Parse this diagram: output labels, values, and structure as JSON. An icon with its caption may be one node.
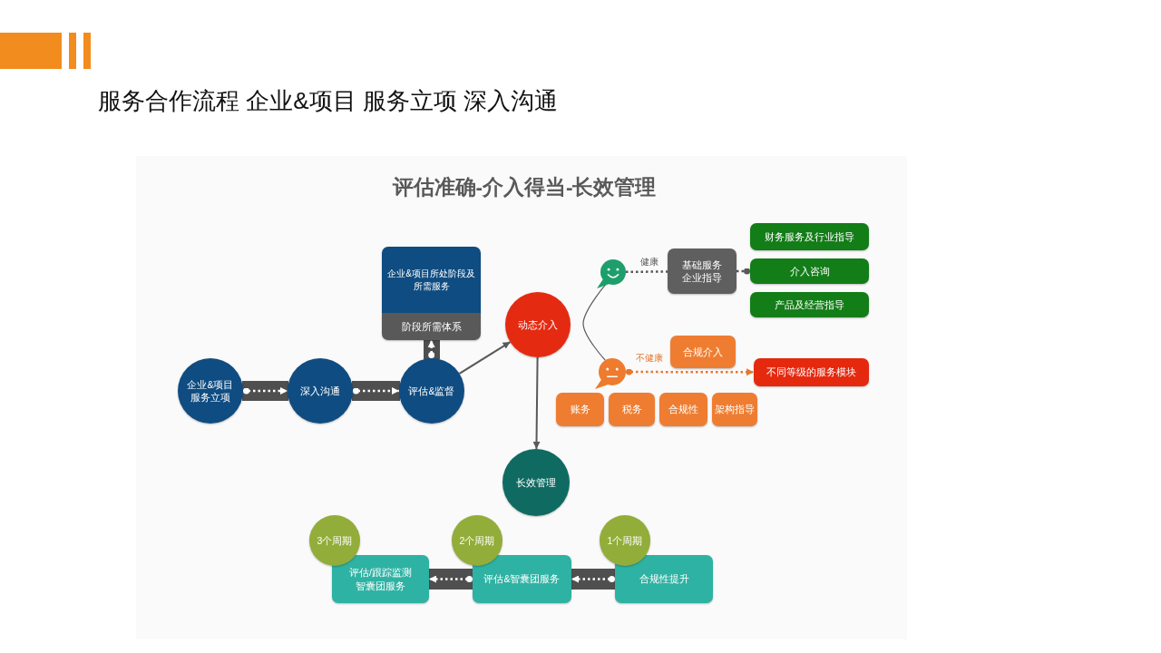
{
  "diagram": {
    "title": "评估准确-介入得当-长效管理",
    "nodes": [
      {
        "text": [
          "企业&项目服务立项"
        ]
      },
      {
        "text": [
          "深入沟通"
        ]
      },
      {
        "text": [
          "评估&监督"
        ]
      },
      {
        "text": [
          "企业&项目所处阶段及所需服务"
        ]
      },
      {
        "text": [
          "阶段所需体系"
        ]
      },
      {
        "text": [
          "动态介入"
        ]
      },
      {
        "text": [],
        "shape": "circle"
      },
      {
        "text": [
          "基础服务企业指导"
        ]
      },
      {
        "text": [
          "财务服务及行业指导"
        ]
      },
      {
        "text": [
          "介入咨询"
        ]
      },
      {
        "text": [
          "产品及经营指导"
        ]
      },
      {
        "text": [],
        "shape": "circle"
      },
      {
        "text": [
          "合规介入"
        ]
      },
      {
        "text": [
          "不同等级的服务模块"
        ]
      },
      {
        "text": [
          "账务"
        ]
      },
      {
        "text": [
          "税务"
        ]
      },
      {
        "text": [
          "合规性"
        ]
      },
      {
        "text": [
          "架构指导"
        ]
      },
      {
        "text": [
          "长效管理"
        ]
      },
      {
        "text": [
          "3个周期"
        ]
      },
      {
        "text": [
          "评估/跟踪监测智囊团服务"
        ]
      },
      {
        "text": [
          "2个周期"
        ]
      },
      {
        "text": [
          "评估&智囊团服务"
        ]
      },
      {
        "text": [
          "1个周期"
        ]
      },
      {
        "text": [
          "合规性提升"
        ]
      }
    ],
    "edges": [
      {
        "from": 0,
        "to": 1,
        "arrow": "to",
        "style": "dashed"
      },
      {
        "from": 1,
        "to": 2,
        "arrow": "to",
        "style": "dashed"
      },
      {
        "from": 2,
        "to": 4,
        "arrow": "to",
        "style": "dashed"
      },
      {
        "from": 2,
        "to": 5,
        "arrow": "to",
        "color": "#595959"
      },
      {
        "from": 5,
        "to": 18,
        "arrow": "to",
        "color": "#595959"
      },
      {
        "from": 6,
        "to": 7,
        "arrow": "none",
        "label": "健康",
        "style": "dashed",
        "color": "#595959"
      },
      {
        "from": 7,
        "to": 9,
        "arrow": "other",
        "style": "dashed",
        "color": "#595959"
      },
      {
        "from": 11,
        "to": 13,
        "arrow": "to",
        "label": "不健康",
        "style": "dashed",
        "color": "#e8772e"
      },
      {
        "from": 6,
        "to": 11,
        "arrow": "none",
        "color": "#595959"
      },
      {
        "from": 24,
        "to": 22,
        "arrow": "to",
        "style": "dashed"
      },
      {
        "from": 22,
        "to": 20,
        "arrow": "to",
        "style": "dashed"
      }
    ],
    "labels": [
      "服务合作流程 企业&项目 服务立项 深入沟通"
    ]
  }
}
